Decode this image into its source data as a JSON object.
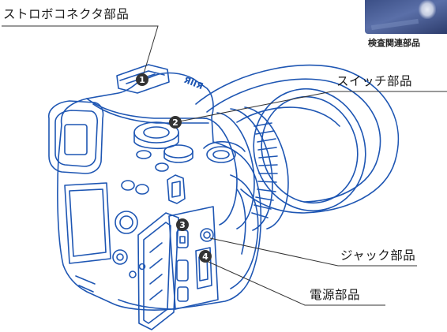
{
  "labels": {
    "strobe": "ストロボコネクタ部品",
    "inspection": "検査関連部品",
    "switch": "スイッチ部品",
    "jack": "ジャック部品",
    "power": "電源部品"
  },
  "markers": [
    "1",
    "2",
    "3",
    "4"
  ],
  "camera_brand_text": "ЯIIЯ",
  "colors": {
    "line_art": "#1e56b3",
    "leader": "#333333",
    "marker_fill": "#333333",
    "marker_text": "#ffffff",
    "photo_blue": "#3b4f86"
  }
}
